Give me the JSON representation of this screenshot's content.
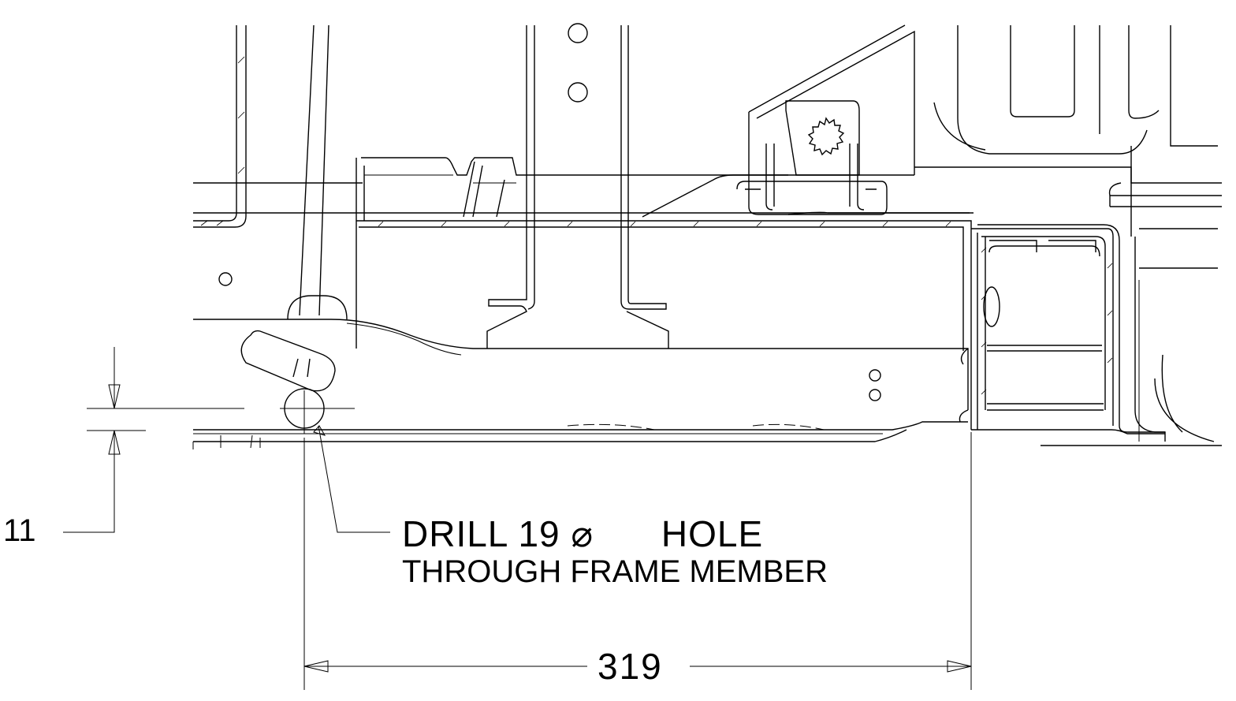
{
  "dimensions": {
    "vertical_offset": "11",
    "horizontal_distance": "319"
  },
  "note": {
    "line1_text": "DRILL 19",
    "diameter_symbol": "⌀",
    "line1_suffix": "HOLE",
    "line2": "THROUGH FRAME MEMBER"
  }
}
